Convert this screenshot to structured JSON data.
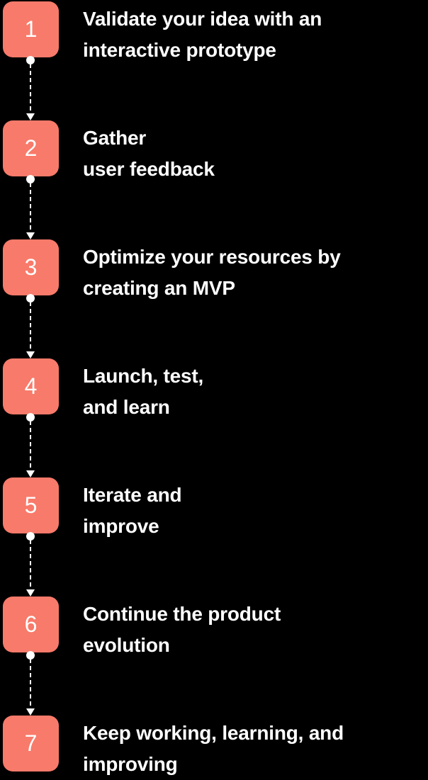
{
  "colors": {
    "background": "#000000",
    "step_box": "#F87A6A",
    "text": "#FFFFFF",
    "connector": "#FFFFFF"
  },
  "steps": [
    {
      "number": "1",
      "line1": "Validate your idea with an",
      "line2": "interactive prototype"
    },
    {
      "number": "2",
      "line1": "Gather",
      "line2": "user feedback"
    },
    {
      "number": "3",
      "line1": "Optimize your resources by",
      "line2": "creating an MVP"
    },
    {
      "number": "4",
      "line1": "Launch, test,",
      "line2": "and learn"
    },
    {
      "number": "5",
      "line1": "Iterate and",
      "line2": "improve"
    },
    {
      "number": "6",
      "line1": "Continue the product",
      "line2": "evolution"
    },
    {
      "number": "7",
      "line1": "Keep working, learning, and",
      "line2": "improving"
    }
  ]
}
